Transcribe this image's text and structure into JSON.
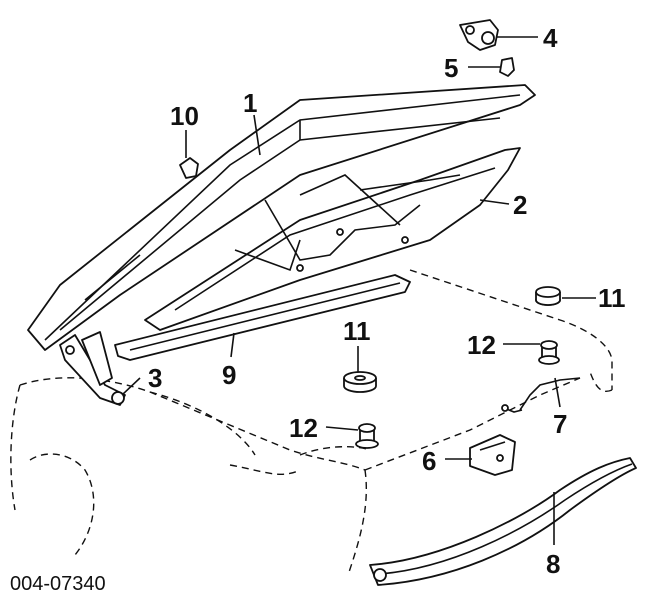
{
  "diagram": {
    "drawing_code": "004-07340",
    "callouts": {
      "c1": "1",
      "c2": "2",
      "c3": "3",
      "c4": "4",
      "c5": "5",
      "c6": "6",
      "c7": "7",
      "c8": "8",
      "c9": "9",
      "c10": "10",
      "c11a": "11",
      "c11b": "11",
      "c12a": "12",
      "c12b": "12"
    }
  }
}
